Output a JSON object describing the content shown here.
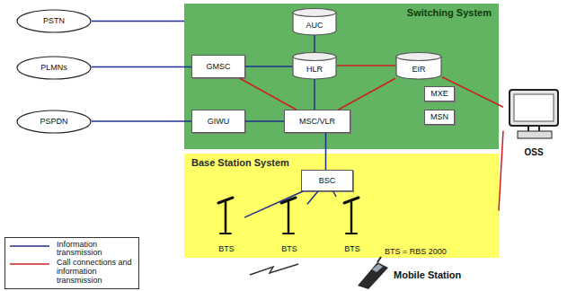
{
  "diagram": {
    "nodes": [
      {
        "text": [
          "PSTN"
        ]
      },
      {
        "text": [
          "Switching System"
        ]
      },
      {
        "text": [
          "AUC"
        ],
        "in": 1
      },
      {
        "text": [
          "PLMNs"
        ]
      },
      {
        "text": [
          "GMSC"
        ],
        "in": 1
      },
      {
        "text": [
          "HLR"
        ],
        "in": 1
      },
      {
        "text": [
          "EIR"
        ],
        "in": 1
      },
      {
        "text": [
          "MXE"
        ],
        "in": 1
      },
      {
        "text": [
          "PSPDN"
        ]
      },
      {
        "text": [
          "GIWU"
        ],
        "in": 1
      },
      {
        "text": [
          "MSC/VLR"
        ],
        "in": 1
      },
      {
        "text": [
          "MSN"
        ],
        "in": 1
      },
      {
        "text": [
          "OSS"
        ]
      },
      {
        "text": [
          "Base Station System"
        ]
      },
      {
        "text": [
          "BSC"
        ],
        "in": 13
      },
      {
        "text": [
          "BTS"
        ],
        "in": 13
      },
      {
        "text": [
          "BTS"
        ],
        "in": 13
      },
      {
        "text": [
          "BTS"
        ],
        "in": 13
      },
      {
        "text": [
          "Mobile Station"
        ]
      }
    ],
    "edges": [
      {
        "from": 0,
        "to": 1,
        "arrow": "none"
      },
      {
        "from": 3,
        "to": 4,
        "arrow": "none"
      },
      {
        "from": 8,
        "to": 9,
        "arrow": "none"
      },
      {
        "from": 4,
        "to": 5,
        "arrow": "none"
      },
      {
        "from": 5,
        "to": 2,
        "arrow": "none"
      },
      {
        "from": 5,
        "to": 6,
        "arrow": "none"
      },
      {
        "from": 4,
        "to": 10,
        "arrow": "none"
      },
      {
        "from": 5,
        "to": 10,
        "arrow": "none"
      },
      {
        "from": 6,
        "to": 10,
        "arrow": "none"
      },
      {
        "from": 9,
        "to": 10,
        "arrow": "none"
      },
      {
        "from": 10,
        "to": 14,
        "arrow": "none"
      },
      {
        "from": 14,
        "to": 15,
        "arrow": "none"
      },
      {
        "from": 14,
        "to": 16,
        "arrow": "none"
      },
      {
        "from": 14,
        "to": 17,
        "arrow": "none"
      },
      {
        "from": 6,
        "to": 12,
        "arrow": "none"
      },
      {
        "from": 12,
        "to": 13,
        "arrow": "none"
      }
    ],
    "labels": [
      "BTS = RBS 2000"
    ],
    "legend": [
      {
        "text": "Information transmission"
      },
      {
        "text": "Call connections and information transmission"
      }
    ]
  }
}
